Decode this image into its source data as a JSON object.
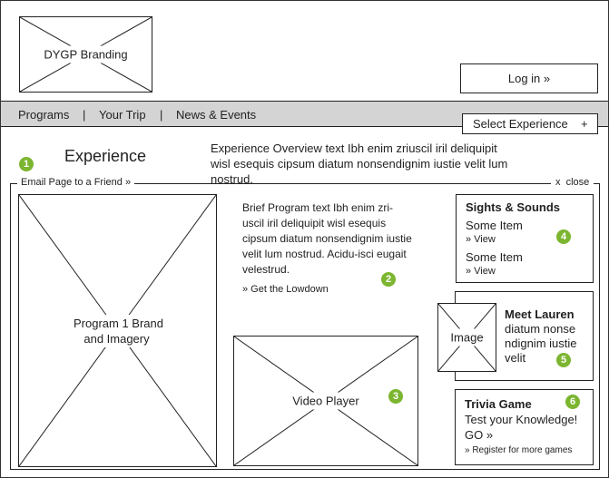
{
  "header": {
    "branding": "DYGP Branding",
    "login": "Log in »"
  },
  "nav": {
    "items": [
      "Programs",
      "Your Trip",
      "News & Events"
    ],
    "separator": "|",
    "select_experience": "Select Experience",
    "plus": "+"
  },
  "intro": {
    "title": "Experience",
    "overview": "Experience Overview text Ibh enim zriuscil iril deliquipit wisl esequis cipsum diatum nonsendignim iustie velit lum nostrud."
  },
  "panel": {
    "email": "Email Page to a Friend »",
    "close": "x  close"
  },
  "program": {
    "image_label": "Program 1 Brand and Imagery",
    "brief": "Brief Program text Ibh enim zri-uscil iril deliquipit wisl esequis cipsum diatum nonsendignim iustie velit lum nostrud. Acidu-isci eugait velestrud.",
    "lowdown": "» Get the Lowdown",
    "video": "Video Player"
  },
  "sights": {
    "title": "Sights & Sounds",
    "items": [
      {
        "name": "Some Item",
        "link": "» View"
      },
      {
        "name": "Some Item",
        "link": "» View"
      }
    ]
  },
  "lauren": {
    "image": "Image",
    "title": "Meet Lauren",
    "text": "diatum nonse ndignim iustie velit"
  },
  "trivia": {
    "title": "Trivia Game",
    "text": "Test your Knowledge!",
    "go": "GO »",
    "register": "» Register for more games"
  },
  "badges": [
    "1",
    "2",
    "3",
    "4",
    "5",
    "6"
  ],
  "colors": {
    "badge": "#7cb530",
    "nav_bg": "#d4d4d4"
  }
}
